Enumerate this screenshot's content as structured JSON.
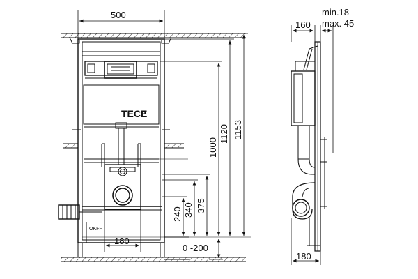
{
  "front_view": {
    "brand": "TECE",
    "floor_label": "OKFF",
    "dims": {
      "width": "500",
      "h1153": "1153",
      "h1120": "1120",
      "h1000": "1000",
      "h375": "375",
      "h340": "340",
      "h240": "240",
      "bottom_width": "180",
      "foot_adjust": "0 -200"
    }
  },
  "side_view": {
    "depth": "160",
    "wall_min": "min.18",
    "wall_max": "max. 45",
    "bottom_depth": "180"
  }
}
